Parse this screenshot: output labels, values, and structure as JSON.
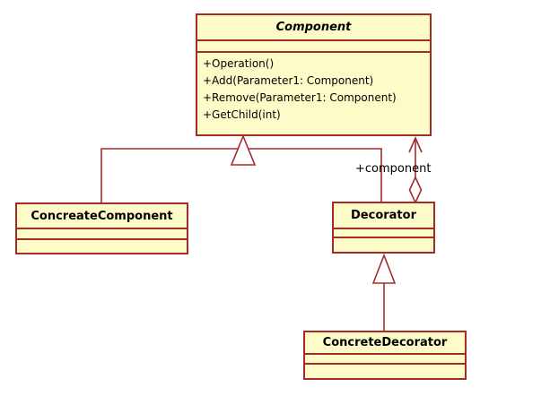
{
  "colors": {
    "background": "#ffffff",
    "box_fill": "#fdfcc8",
    "box_border": "#a52b2b",
    "connector": "#a52b2b",
    "text": "#000000"
  },
  "classes": {
    "component": {
      "name": "Component",
      "abstract": true,
      "attributes": [],
      "operations": [
        "+Operation()",
        "+Add(Parameter1: Component)",
        "+Remove(Parameter1: Component)",
        "+GetChild(int)"
      ]
    },
    "concreate_component": {
      "name": "ConcreateComponent",
      "abstract": false,
      "attributes": [],
      "operations": []
    },
    "decorator": {
      "name": "Decorator",
      "abstract": false,
      "attributes": [],
      "operations": []
    },
    "concrete_decorator": {
      "name": "ConcreteDecorator",
      "abstract": false,
      "attributes": [],
      "operations": []
    }
  },
  "relationships": [
    {
      "type": "generalization",
      "from": "ConcreateComponent",
      "to": "Component",
      "label": ""
    },
    {
      "type": "generalization",
      "from": "Decorator",
      "to": "Component",
      "label": ""
    },
    {
      "type": "generalization",
      "from": "ConcreteDecorator",
      "to": "Decorator",
      "label": ""
    },
    {
      "type": "aggregation",
      "from": "Decorator",
      "to": "Component",
      "label": "+component"
    }
  ]
}
